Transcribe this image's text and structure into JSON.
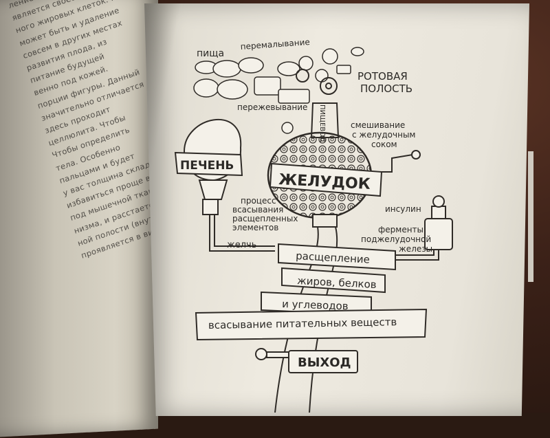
{
  "left_page": {
    "lines": [
      "ление жировых отложений обращ",
      "является своеобразным сиг",
      "ного жировых клеток. Кстати",
      "может быть и удаление",
      "совсем в других местах",
      "развития плода, из",
      "питание будущей",
      "венно под кожей.",
      "порции фигуры. Данный",
      "значительно отличается",
      "здесь проходит",
      "целлюлита. Чтобы",
      "Чтобы определить",
      "тела. Особенно",
      "пальцами и будет",
      "у вас толщина складки",
      "избавиться проще всех",
      "под мышечной тканью",
      "низма, и расстается",
      "ной полости (внутрен",
      "проявляется в виде"
    ]
  },
  "diagram": {
    "food": "пища",
    "grinding": "перемалывание",
    "mouth": [
      "РОТОВАЯ",
      "ПОЛОСТЬ"
    ],
    "chewing": "пережевывание",
    "esophagus": "ПИЩЕВОД",
    "mixing": [
      "смешивание",
      "с желудочным",
      "соком"
    ],
    "liver": "ПЕЧЕНЬ",
    "stomach": "ЖЕЛУДОК",
    "absorption_process": [
      "процесс",
      "всасывания",
      "расщепленных",
      "элементов"
    ],
    "insulin": "инсулин",
    "enzymes": [
      "ферменты",
      "поджелудочной",
      "железы"
    ],
    "bile": "желчь",
    "splitting": "расщепление",
    "fats_proteins": "жиров, белков",
    "carbs": "и углеводов",
    "nutrient_absorption": "всасывание питательных веществ",
    "exit": "ВЫХОД"
  },
  "colors": {
    "ink": "#2b2926",
    "page": "#eeeae0",
    "background": "#3b2118"
  }
}
